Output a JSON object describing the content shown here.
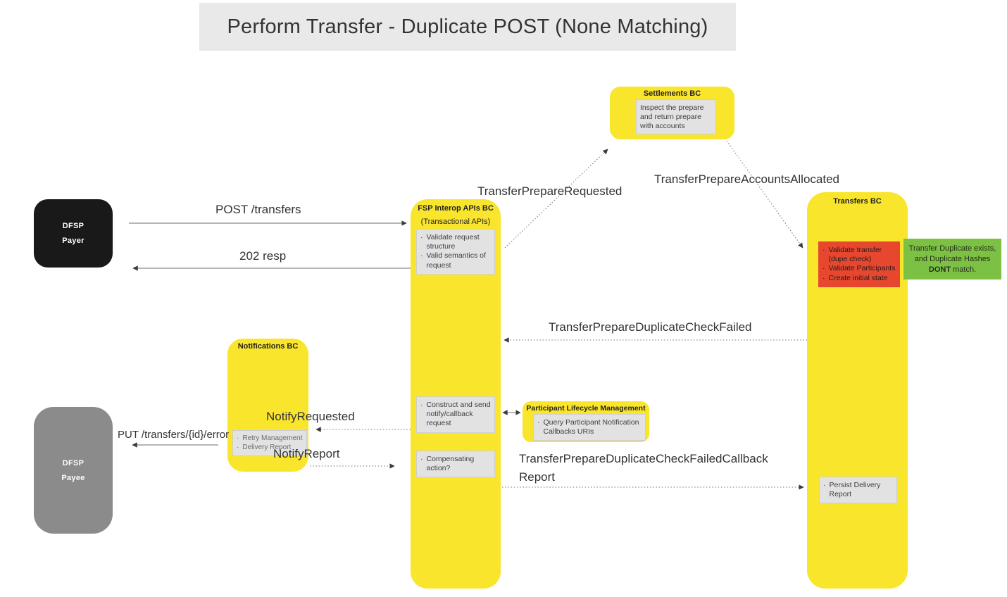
{
  "title": "Perform Transfer - Duplicate POST (None Matching)",
  "colors": {
    "yellow": "#FAE52D",
    "red": "#E7472E",
    "green": "#7CC144",
    "banner_gray": "#E9E9E9",
    "note_gray": "#E2E2E2",
    "payer_black": "#191919",
    "payee_gray": "#8B8B8B",
    "line": "#6E6E6E"
  },
  "actors": {
    "payer": {
      "line1": "DFSP",
      "line2": "Payer"
    },
    "payee": {
      "line1": "DFSP",
      "line2": "Payee"
    }
  },
  "components": {
    "fsp_interop": {
      "title": "FSP Interop APIs BC",
      "subtitle": "(Transactional APIs)",
      "validate_items": [
        "Validate request structure",
        "Valid semantics of request"
      ],
      "notify_items": [
        "Construct and send notify/callback request"
      ],
      "compensating_items": [
        "Compensating action?"
      ]
    },
    "settlements": {
      "title": "Settlements BC",
      "note": "Inspect the prepare and return prepare with accounts"
    },
    "transfers": {
      "title": "Transfers BC",
      "validate_items": [
        "Validate transfer (dupe check)",
        "Validate Participants",
        "Create initial state"
      ],
      "persist_items": [
        "Persist Delivery Report"
      ]
    },
    "notifications": {
      "title": "Notifications BC",
      "items": [
        "Retry Management",
        "Delivery Report"
      ]
    },
    "participant_lifecycle": {
      "title": "Participant Lifecycle Management",
      "items": [
        "Query Participant Notification Callbacks URIs"
      ]
    }
  },
  "notes": {
    "green": {
      "lines": [
        "Transfer Duplicate exists,",
        "and Duplicate Hashes"
      ],
      "bold_word": "DONT",
      "tail": "match."
    }
  },
  "messages": {
    "post_transfers": "POST /transfers",
    "resp_202": "202 resp",
    "transfer_prepare_requested": "TransferPrepareRequested",
    "transfer_prepare_accounts_allocated": "TransferPrepareAccountsAllocated",
    "transfer_prepare_duplicate_check_failed": "TransferPrepareDuplicateCheckFailed",
    "notify_requested": "NotifyRequested",
    "notify_report": "NotifyReport",
    "put_transfers_error": "PUT /transfers/{id}/error",
    "duplicate_callback_line1": "TransferPrepareDuplicateCheckFailedCallback",
    "duplicate_callback_line2": "Report"
  }
}
